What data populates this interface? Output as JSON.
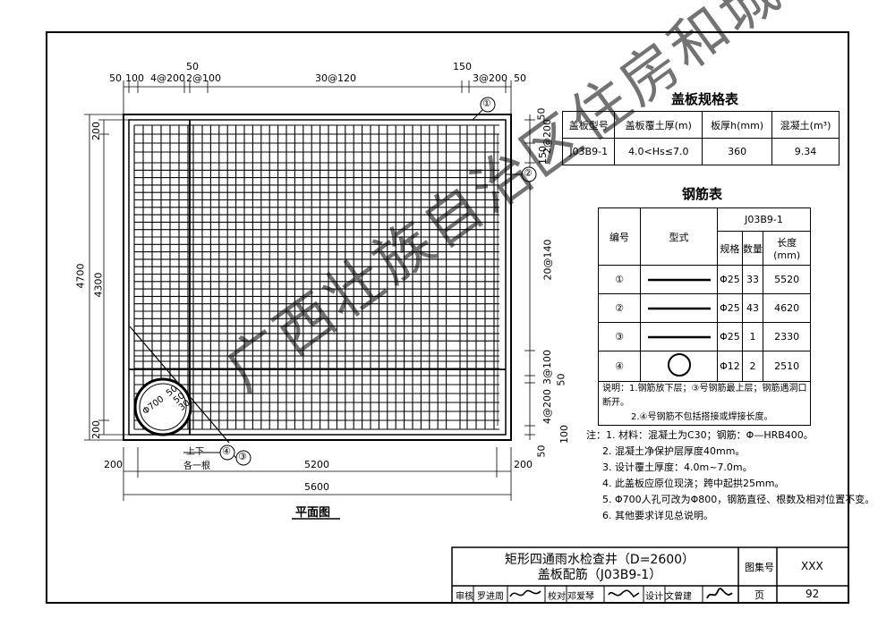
{
  "plan": {
    "caption": "平面图",
    "top_dims": [
      "50",
      "100",
      "4@200",
      "50",
      "2@100",
      "30@120",
      "150",
      "3@200",
      "50"
    ],
    "left_dims": [
      "4700",
      "4300",
      "200",
      "200"
    ],
    "right_dims": [
      "50",
      "2@200",
      "150",
      "20@140",
      "3@100",
      "50",
      "4@200",
      "100",
      "50"
    ],
    "bottom_dims": [
      "200",
      "5200",
      "200",
      "5600"
    ],
    "hole_label": "Φ700",
    "hole_side_labels": [
      "50",
      "50",
      "30"
    ],
    "bubble_labels": [
      "①",
      "②",
      "③",
      "④"
    ],
    "leader_note": [
      "上下",
      "各一根"
    ]
  },
  "spec_table": {
    "title": "盖板规格表",
    "headers": [
      "盖板型号",
      "盖板覆土厚(m)",
      "板厚h(mm)",
      "混凝土(m³)"
    ],
    "row": [
      "J03B9-1",
      "4.0<Hs≤7.0",
      "360",
      "9.34"
    ]
  },
  "rebar_table": {
    "title": "钢筋表",
    "col_no": "编号",
    "col_shape": "型式",
    "group": "J03B9-1",
    "sub_headers": [
      "规格",
      "数量",
      "长度(mm)"
    ],
    "rows": [
      {
        "no": "①",
        "spec": "Φ25",
        "qty": "33",
        "len": "5520"
      },
      {
        "no": "②",
        "spec": "Φ25",
        "qty": "43",
        "len": "4620"
      },
      {
        "no": "③",
        "spec": "Φ25",
        "qty": "1",
        "len": "2330"
      },
      {
        "no": "④",
        "spec": "Φ12",
        "qty": "2",
        "len": "2510"
      }
    ],
    "remark1": "说明：1.钢筋放下层；③号钢筋最上层；钢筋遇洞口断开。",
    "remark2": "2.④号钢筋不包括搭接或焊接长度。"
  },
  "notes": [
    "注：1. 材料：混凝土为C30；钢筋：Φ—HRB400。",
    "2. 混凝土净保护层厚度40mm。",
    "3. 设计覆土厚度：4.0m~7.0m。",
    "4. 此盖板应原位现浇；跨中起拱25mm。",
    "5. Φ700人孔可改为Φ800，钢筋直径、根数及相对位置不变。",
    "6. 其他要求详见总说明。"
  ],
  "title_block": {
    "title_line1": "矩形四通雨水检查井（D=2600）",
    "title_line2": "盖板配筋（J03B9-1）",
    "atlas_label": "图集号",
    "atlas_no": "XXX",
    "page_label": "页",
    "page_no": "92",
    "review_label": "审核",
    "review_name": "罗进周",
    "check_label": "校对",
    "check_name": "邓爱琴",
    "design_label": "设计",
    "design_name": "文曾建"
  },
  "watermark": "广西壮族自治区住房和城乡建设厅  标准设计专用"
}
